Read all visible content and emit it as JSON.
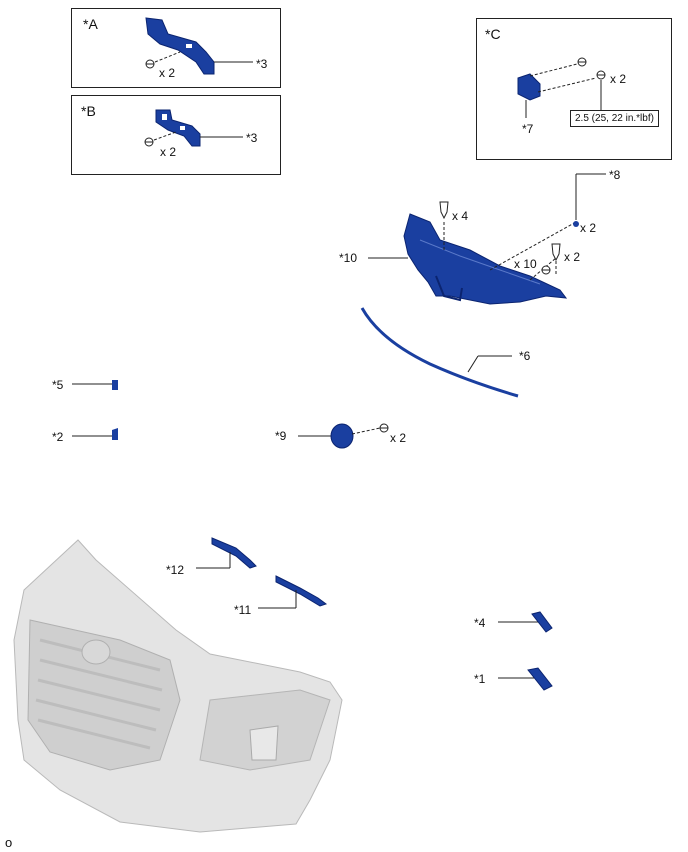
{
  "views": [
    {
      "label": "*A"
    },
    {
      "label": "*B"
    },
    {
      "label": "*C"
    }
  ],
  "callouts": {
    "p1": "*1",
    "p2": "*2",
    "p3a": "*3",
    "p3b": "*3",
    "p4": "*4",
    "p5": "*5",
    "p6": "*6",
    "p7": "*7",
    "p8": "*8",
    "p9": "*9",
    "p10": "*10",
    "p11": "*11",
    "p12": "*12"
  },
  "quantities": {
    "a": "x 2",
    "b": "x 2",
    "c": "x 2",
    "clip4": "x 4",
    "clip2a": "x 2",
    "bolt10": "x 10",
    "clip2b": "x 2",
    "p9": "x 2"
  },
  "torque_spec": "2.5 (25, 22 in.*lbf)",
  "corner_mark": "o",
  "colors": {
    "part": "#1a3fa0",
    "part_dark": "#0b2470",
    "bumper": "#e4e4e4",
    "line": "#222222"
  }
}
